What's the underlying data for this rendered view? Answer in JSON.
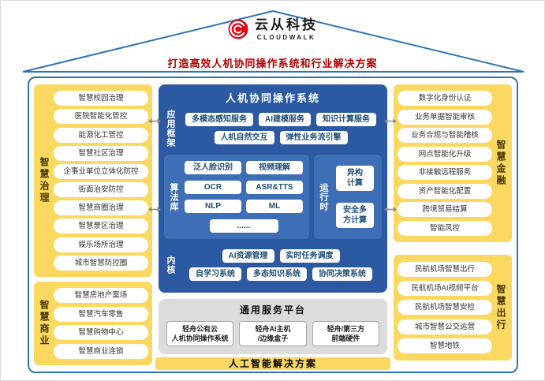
{
  "header": {
    "company_name": "云从科技",
    "company_name_en": "CLOUDWALK",
    "tagline": "打造高效人机协同操作系统和行业解决方案"
  },
  "left": {
    "governance": {
      "label": "智慧治理",
      "items": [
        "智慧校园治理",
        "医院智能化管控",
        "能源化工管控",
        "智慧社区治理",
        "企事业单位立体化防控",
        "街面治安防控",
        "智慧商圈治理",
        "智慧景区治理",
        "娱乐场所治理",
        "城市智慧防控圈"
      ]
    },
    "commerce": {
      "label": "智慧商业",
      "items": [
        "智慧房地产案场",
        "智慧汽车零售",
        "智慧购物中心",
        "智慧商业连锁"
      ]
    }
  },
  "right": {
    "finance": {
      "label": "智慧金融",
      "items": [
        "数字化身份认证",
        "业务单据智能审核",
        "业务合规与智能稽核",
        "网点智能化升级",
        "非接触远程服务",
        "资产智能化配置",
        "跨境贸易结算",
        "智能风控"
      ]
    },
    "travel": {
      "label": "智慧出行",
      "items": [
        "民航机场智慧出行",
        "民航机场AI视频平台",
        "民航机场智慧安检",
        "城市智慧公交运营",
        "智慧地铁"
      ]
    }
  },
  "center": {
    "title": "人机协同操作系统",
    "app_framework": {
      "label": "应用框架",
      "row1": [
        "多模态感知服务",
        "AI建模服务",
        "知识计算服务"
      ],
      "row2": [
        "人机自然交互",
        "弹性业务流引擎"
      ]
    },
    "algorithm": {
      "label": "算法库",
      "items": [
        "泛人脸识别",
        "视频理解",
        "OCR",
        "ASR&TTS",
        "NLP",
        "ML"
      ],
      "more": "......"
    },
    "runtime": {
      "label": "运行时",
      "items": [
        {
          "line1": "异构",
          "line2": "计算"
        },
        {
          "line1": "安全多",
          "line2": "方计算"
        }
      ]
    },
    "kernel": {
      "label": "内核",
      "row1": [
        "AI资源管理",
        "实时任务调度"
      ],
      "row2": [
        "自学习系统",
        "多态知识系统",
        "协同决策系统"
      ]
    }
  },
  "platform": {
    "title": "通用服务平台",
    "items": [
      {
        "line1": "轻舟公有云",
        "line2": "人机协同操作系统"
      },
      {
        "line1": "轻舟AI主机",
        "line2": "/边缘盒子"
      },
      {
        "line1": "轻舟/第三方",
        "line2": "前端硬件"
      }
    ]
  },
  "footer": {
    "label": "人工智能解决方案"
  },
  "colors": {
    "border_blue": "#2E74B5",
    "center_blue": "#2B5AA2",
    "panel_blue": "#3E6EB5",
    "yellow": "#FBD860",
    "tagline_red": "#B40000",
    "logo_red": "#E60012",
    "gray_panel": "#DCDCDC"
  }
}
